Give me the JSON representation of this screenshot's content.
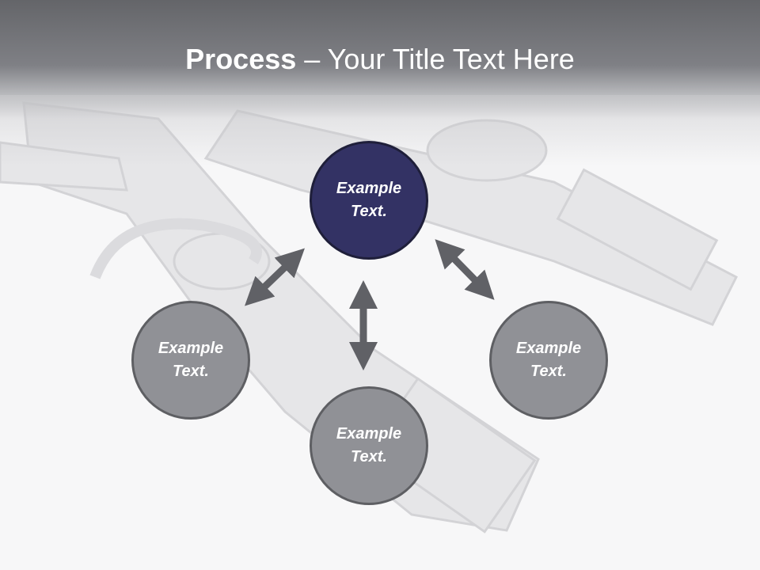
{
  "title": {
    "bold": "Process",
    "rest": " – Your Title Text Here"
  },
  "nodes": [
    {
      "label": "Example\nText.",
      "state": "active"
    },
    {
      "label": "Example\nText.",
      "state": "normal"
    },
    {
      "label": "Example\nText.",
      "state": "normal"
    },
    {
      "label": "Example\nText.",
      "state": "normal"
    }
  ],
  "colors": {
    "active_circle": "#333264",
    "inactive_circle": "#909196",
    "arrow": "#606166",
    "header_top": "#646569"
  },
  "icons": [
    "wrench-background",
    "double-arrow-icon"
  ]
}
